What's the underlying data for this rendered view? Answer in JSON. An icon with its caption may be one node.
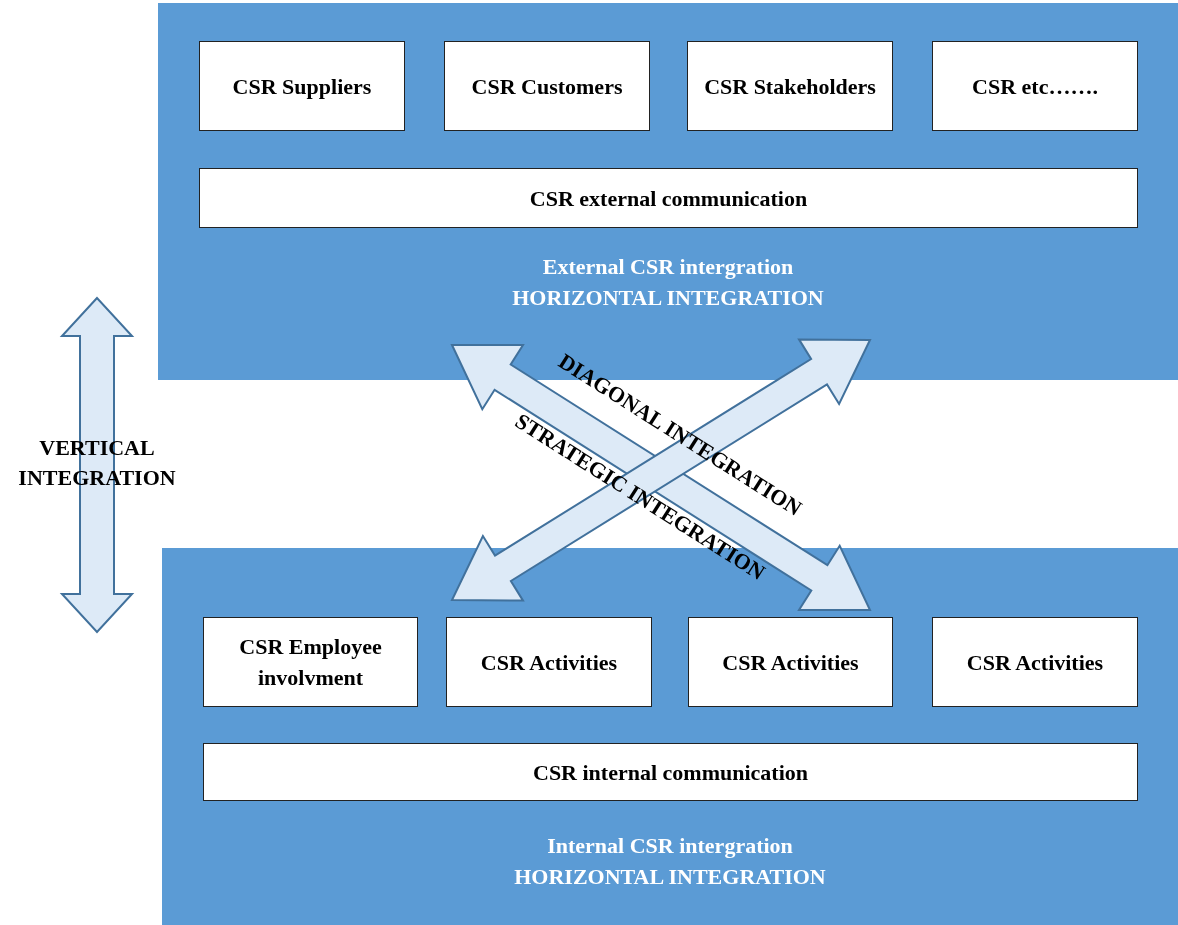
{
  "diagram": {
    "nodes": [
      {
        "text": [
          "External CSR intergration",
          "HORIZONTAL INTEGRATION"
        ]
      },
      {
        "text": [
          "CSR Suppliers"
        ],
        "in": 0
      },
      {
        "text": [
          "CSR Customers"
        ],
        "in": 0
      },
      {
        "text": [
          "CSR Stakeholders"
        ],
        "in": 0
      },
      {
        "text": [
          "CSR etc……."
        ],
        "in": 0
      },
      {
        "text": [
          "CSR external communication"
        ],
        "in": 0
      },
      {
        "text": [
          "Internal CSR intergration",
          "HORIZONTAL INTEGRATION"
        ]
      },
      {
        "text": [
          "CSR Employee involvment"
        ],
        "in": 6
      },
      {
        "text": [
          "CSR Activities"
        ],
        "in": 6
      },
      {
        "text": [
          "CSR Activities"
        ],
        "in": 6
      },
      {
        "text": [
          "CSR Activities"
        ],
        "in": 6
      },
      {
        "text": [
          "CSR internal communication"
        ],
        "in": 6
      }
    ],
    "edges": [
      {
        "from": 0,
        "to": 6,
        "arrow": "both"
      },
      {
        "from": 0,
        "to": 6,
        "arrow": "both"
      }
    ],
    "labels": [
      "VERTICAL INTEGRATION",
      "DIAGONAL INTEGRATION",
      "STRATEGIC INTEGRATION"
    ]
  }
}
